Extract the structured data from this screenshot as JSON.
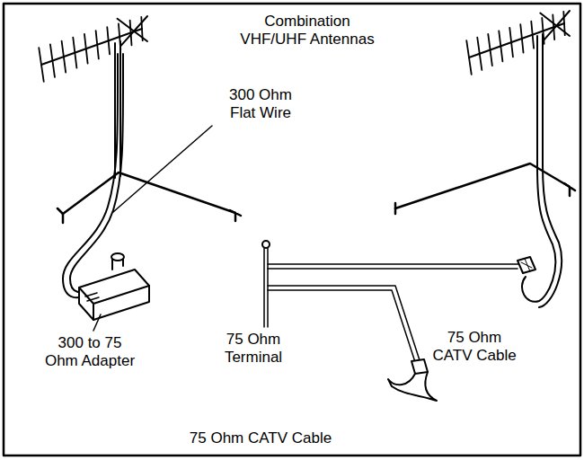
{
  "diagram": {
    "labels": [
      "Combination VHF/UHF Antennas",
      "300 Ohm Flat Wire",
      "300 to 75 Ohm Adapter",
      "75 Ohm Terminal",
      "75 Ohm CATV Cable",
      "75 Ohm CATV Cable"
    ]
  }
}
